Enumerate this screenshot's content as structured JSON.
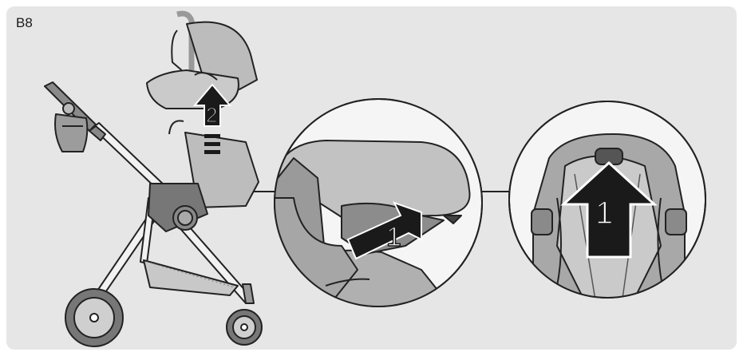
{
  "figure": {
    "step_label": "B8",
    "callouts": {
      "stroller_arrow_number": "2",
      "zoom_latch_arrow_number": "1",
      "zoom_handle_arrow_number": "1"
    }
  }
}
